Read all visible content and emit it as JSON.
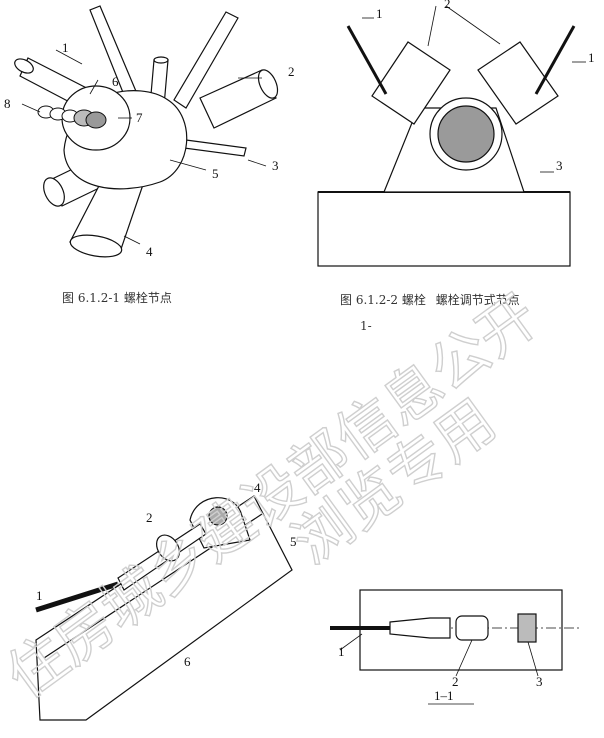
{
  "figure_left": {
    "callouts": [
      "1",
      "2",
      "3",
      "4",
      "5",
      "6",
      "7",
      "8"
    ]
  },
  "figure_right": {
    "callouts": [
      "1",
      "2",
      "1",
      "3"
    ],
    "caption": "图 6.1.2-2 螺栓",
    "caption_fragment": "螺栓调节式节点",
    "sub_fragment": "1-"
  },
  "figure_bottom_left": {
    "callouts": [
      "1",
      "2",
      "4",
      "5",
      "6"
    ]
  },
  "figure_bottom_right": {
    "callouts": [
      "1",
      "2",
      "3"
    ],
    "section_label": "1–1"
  },
  "watermark": {
    "line1": "住房城乡建设部信息公开",
    "line2": "浏览专用"
  }
}
